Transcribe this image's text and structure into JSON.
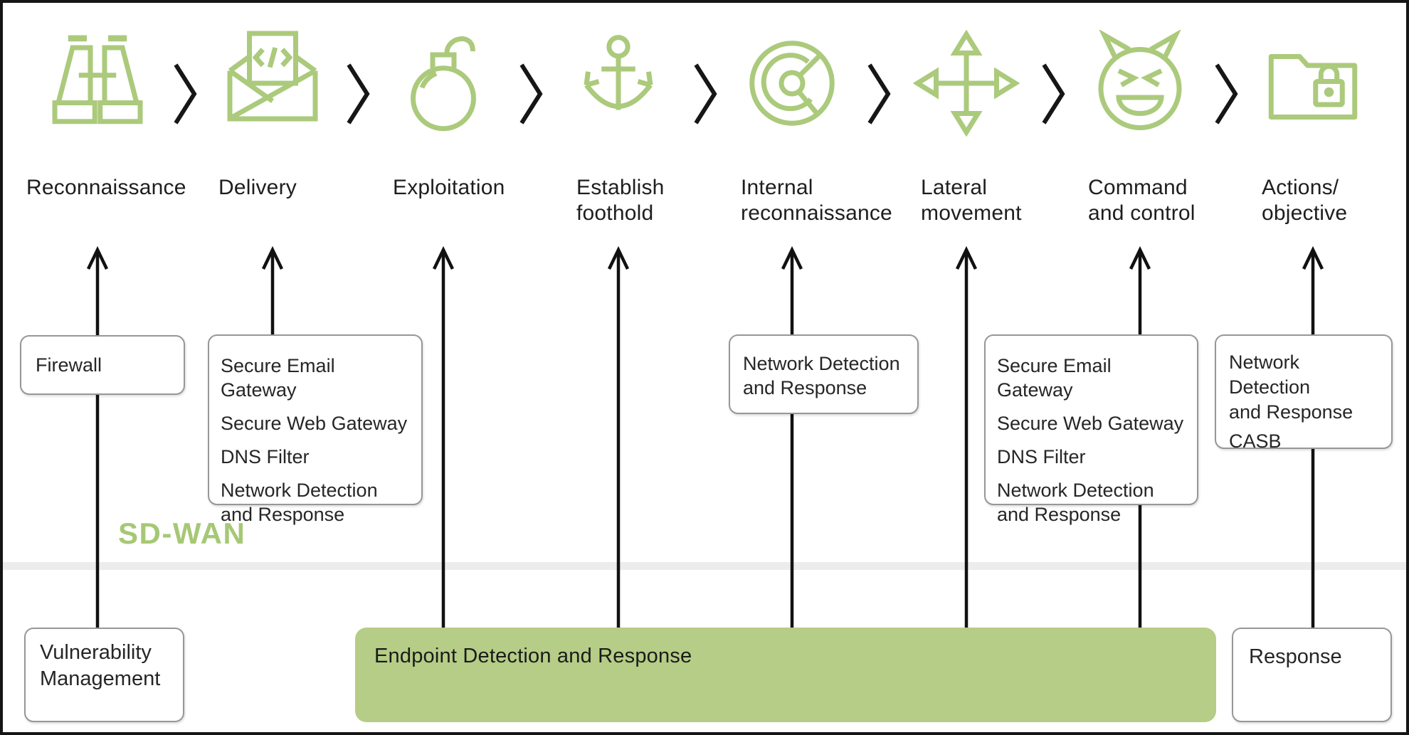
{
  "title": "Attack chain security controls diagram",
  "colors": {
    "icon_green": "#abca7c",
    "sdwan_green": "#a6c875",
    "edr_fill": "#b5cd86",
    "divider_gray": "#ececec",
    "arrow_black": "#111111",
    "box_border_gray": "#979797"
  },
  "stages": [
    {
      "line1": "Reconnaissance",
      "line2": "",
      "icon": "binoculars"
    },
    {
      "line1": "Delivery",
      "line2": "",
      "icon": "envelope-code"
    },
    {
      "line1": "Exploitation",
      "line2": "",
      "icon": "bomb"
    },
    {
      "line1": "Establish",
      "line2": "foothold",
      "icon": "anchor"
    },
    {
      "line1": "Internal",
      "line2": "reconnaissance",
      "icon": "radar"
    },
    {
      "line1": "Lateral",
      "line2": "movement",
      "icon": "move-arrows"
    },
    {
      "line1": "Command",
      "line2": "and control",
      "icon": "devil-face"
    },
    {
      "line1": "Actions/",
      "line2": "objective",
      "icon": "folder-lock"
    }
  ],
  "controls": {
    "firewall": {
      "items": [
        "Firewall"
      ]
    },
    "delivery_stack": {
      "items": [
        "Secure Email Gateway",
        "Secure Web Gateway",
        "DNS Filter",
        "Network Detection\nand Response"
      ]
    },
    "internal_recon_stack": {
      "items": [
        "Network Detection\nand Response"
      ]
    },
    "command_control_stack": {
      "items": [
        "Secure Email Gateway",
        "Secure Web Gateway",
        "DNS Filter",
        "Network Detection\nand Response"
      ]
    },
    "actions_stack": {
      "items": [
        "Network Detection\nand Response",
        "CASB"
      ]
    },
    "vulnerability": {
      "items": [
        "Vulnerability\nManagement"
      ]
    },
    "edr": {
      "label": "Endpoint Detection and Response"
    },
    "response": {
      "items": [
        "Response"
      ]
    },
    "sdwan": {
      "label": "SD-WAN"
    }
  }
}
